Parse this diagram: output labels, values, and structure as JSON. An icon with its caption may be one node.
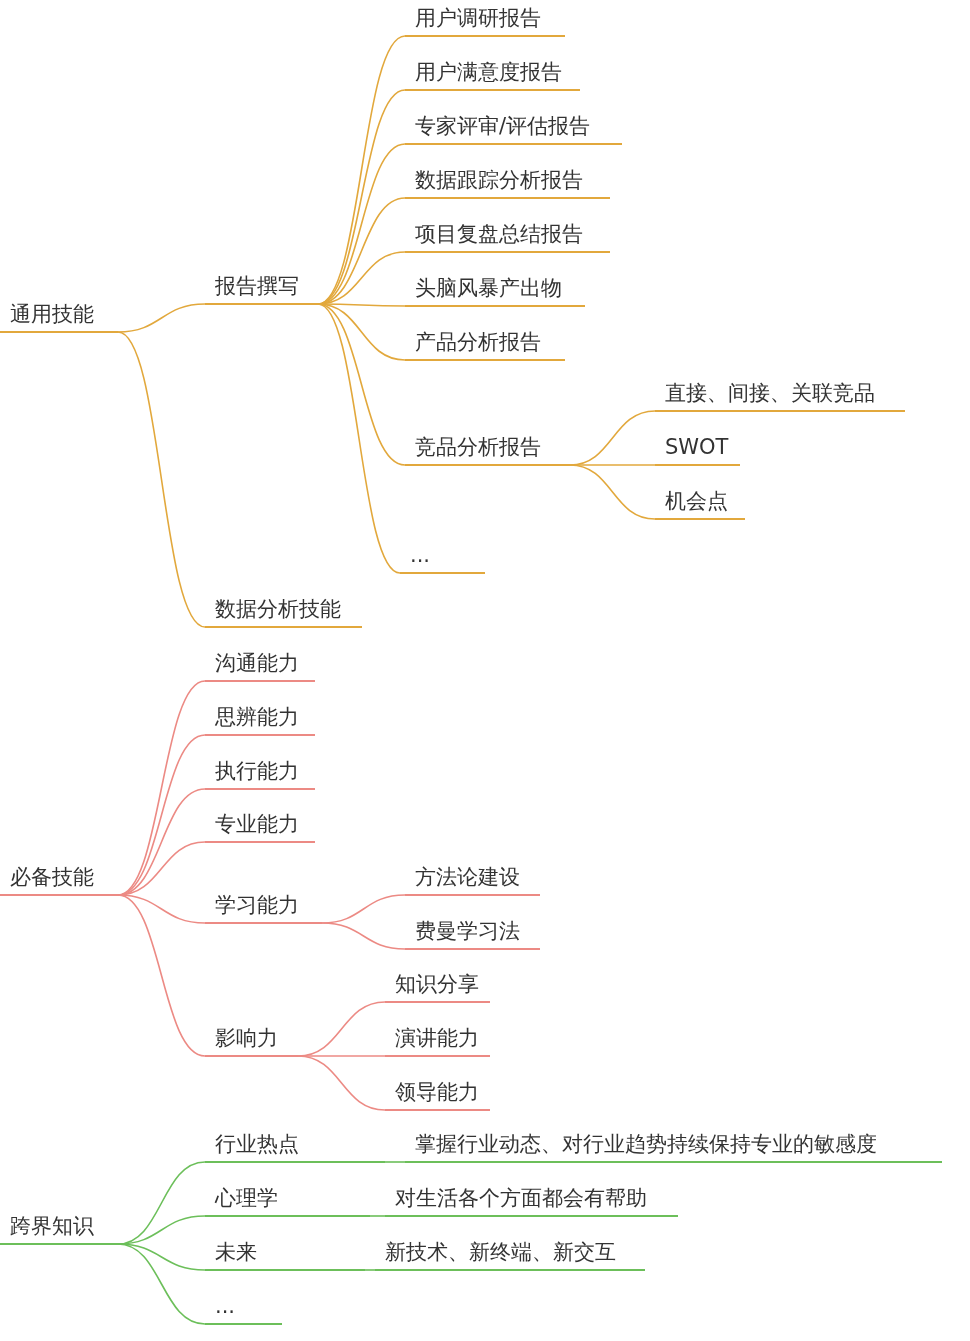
{
  "diagram": {
    "nodes": [
      {
        "text": [
          "通用技能"
        ]
      },
      {
        "text": [
          "报告撰写"
        ]
      },
      {
        "text": [
          "用户调研报告"
        ]
      },
      {
        "text": [
          "用户满意度报告"
        ]
      },
      {
        "text": [
          "专家评审/评估报告"
        ]
      },
      {
        "text": [
          "数据跟踪分析报告"
        ]
      },
      {
        "text": [
          "项目复盘总结报告"
        ]
      },
      {
        "text": [
          "头脑风暴产出物"
        ]
      },
      {
        "text": [
          "产品分析报告"
        ]
      },
      {
        "text": [
          "竞品分析报告"
        ]
      },
      {
        "text": [
          "直接、间接、关联竞品"
        ]
      },
      {
        "text": [
          "SWOT"
        ]
      },
      {
        "text": [
          "机会点"
        ]
      },
      {
        "text": [
          "..."
        ]
      },
      {
        "text": [
          "数据分析技能"
        ]
      },
      {
        "text": [
          "必备技能"
        ]
      },
      {
        "text": [
          "沟通能力"
        ]
      },
      {
        "text": [
          "思辨能力"
        ]
      },
      {
        "text": [
          "执行能力"
        ]
      },
      {
        "text": [
          "专业能力"
        ]
      },
      {
        "text": [
          "学习能力"
        ]
      },
      {
        "text": [
          "方法论建设"
        ]
      },
      {
        "text": [
          "费曼学习法"
        ]
      },
      {
        "text": [
          "影响力"
        ]
      },
      {
        "text": [
          "知识分享"
        ]
      },
      {
        "text": [
          "演讲能力"
        ]
      },
      {
        "text": [
          "领导能力"
        ]
      },
      {
        "text": [
          "跨界知识"
        ]
      },
      {
        "text": [
          "行业热点"
        ]
      },
      {
        "text": [
          "掌握行业动态、对行业趋势持续保持专业的敏感度"
        ]
      },
      {
        "text": [
          "心理学"
        ]
      },
      {
        "text": [
          "对生活各个方面都会有帮助"
        ]
      },
      {
        "text": [
          "未来"
        ]
      },
      {
        "text": [
          "新技术、新终端、新交互"
        ]
      },
      {
        "text": [
          "..."
        ]
      }
    ],
    "edges": [
      {
        "from": 0,
        "to": 1,
        "arrow": "none",
        "color": "#e2a83c"
      },
      {
        "from": 1,
        "to": 2,
        "arrow": "none",
        "color": "#e2a83c"
      },
      {
        "from": 1,
        "to": 3,
        "arrow": "none",
        "color": "#e2a83c"
      },
      {
        "from": 1,
        "to": 4,
        "arrow": "none",
        "color": "#e2a83c"
      },
      {
        "from": 1,
        "to": 5,
        "arrow": "none",
        "color": "#e2a83c"
      },
      {
        "from": 1,
        "to": 6,
        "arrow": "none",
        "color": "#e2a83c"
      },
      {
        "from": 1,
        "to": 7,
        "arrow": "none",
        "color": "#e2a83c"
      },
      {
        "from": 1,
        "to": 8,
        "arrow": "none",
        "color": "#e2a83c"
      },
      {
        "from": 1,
        "to": 9,
        "arrow": "none",
        "color": "#e2a83c"
      },
      {
        "from": 9,
        "to": 10,
        "arrow": "none",
        "color": "#e2a83c"
      },
      {
        "from": 9,
        "to": 11,
        "arrow": "none",
        "color": "#e2a83c"
      },
      {
        "from": 9,
        "to": 12,
        "arrow": "none",
        "color": "#e2a83c"
      },
      {
        "from": 1,
        "to": 13,
        "arrow": "none",
        "color": "#e2a83c"
      },
      {
        "from": 0,
        "to": 14,
        "arrow": "none",
        "color": "#e2a83c"
      },
      {
        "from": 15,
        "to": 16,
        "arrow": "none",
        "color": "#ec8a84"
      },
      {
        "from": 15,
        "to": 17,
        "arrow": "none",
        "color": "#ec8a84"
      },
      {
        "from": 15,
        "to": 18,
        "arrow": "none",
        "color": "#ec8a84"
      },
      {
        "from": 15,
        "to": 19,
        "arrow": "none",
        "color": "#ec8a84"
      },
      {
        "from": 15,
        "to": 20,
        "arrow": "none",
        "color": "#ec8a84"
      },
      {
        "from": 20,
        "to": 21,
        "arrow": "none",
        "color": "#ec8a84"
      },
      {
        "from": 20,
        "to": 22,
        "arrow": "none",
        "color": "#ec8a84"
      },
      {
        "from": 15,
        "to": 23,
        "arrow": "none",
        "color": "#ec8a84"
      },
      {
        "from": 23,
        "to": 24,
        "arrow": "none",
        "color": "#ec8a84"
      },
      {
        "from": 23,
        "to": 25,
        "arrow": "none",
        "color": "#ec8a84"
      },
      {
        "from": 23,
        "to": 26,
        "arrow": "none",
        "color": "#ec8a84"
      },
      {
        "from": 27,
        "to": 28,
        "arrow": "none",
        "color": "#6cbf5a"
      },
      {
        "from": 28,
        "to": 29,
        "arrow": "none",
        "color": "#6cbf5a"
      },
      {
        "from": 27,
        "to": 30,
        "arrow": "none",
        "color": "#6cbf5a"
      },
      {
        "from": 30,
        "to": 31,
        "arrow": "none",
        "color": "#6cbf5a"
      },
      {
        "from": 27,
        "to": 32,
        "arrow": "none",
        "color": "#6cbf5a"
      },
      {
        "from": 32,
        "to": 33,
        "arrow": "none",
        "color": "#6cbf5a"
      },
      {
        "from": 27,
        "to": 34,
        "arrow": "none",
        "color": "#6cbf5a"
      }
    ]
  }
}
